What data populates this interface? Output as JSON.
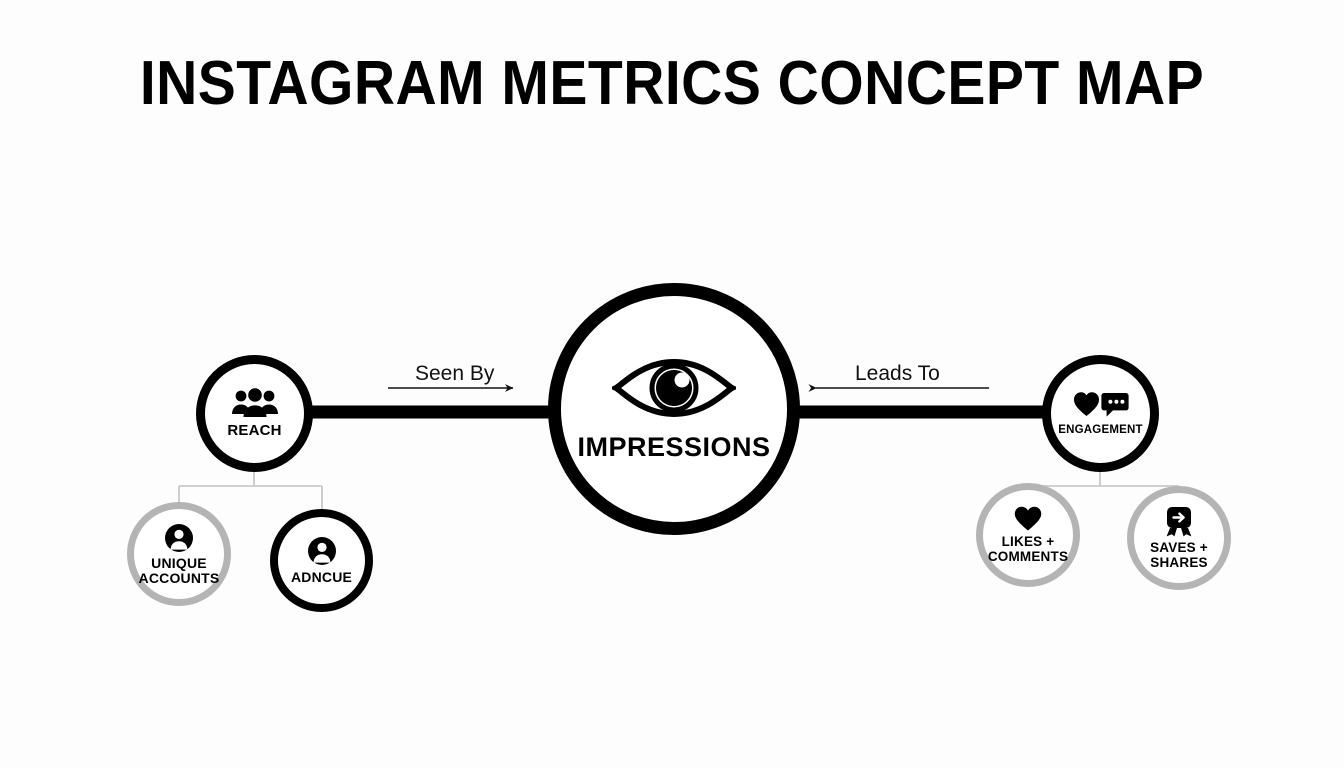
{
  "page": {
    "title": "INSTAGRAM METRICS CONCEPT MAP",
    "background_color": "#fdfdfd",
    "ink_color": "#000000",
    "muted_color": "#b4b4b4"
  },
  "diagram": {
    "type": "concept-map",
    "center": {
      "id": "impressions",
      "label": "IMPRESSIONS",
      "icon": "eye-icon",
      "border_color": "#000000"
    },
    "branches": [
      {
        "id": "reach",
        "label": "REACH",
        "icon": "people-group-icon",
        "border_color": "#000000",
        "side": "left",
        "children": [
          {
            "id": "unique-accounts",
            "label": "UNIQUE ACCOUNTS",
            "line1": "UNIQUE",
            "line2": "ACCOUNTS",
            "icon": "person-icon",
            "border_color": "#b4b4b4"
          },
          {
            "id": "adncue",
            "label": "ADNCUE",
            "line1": "ADNCUE",
            "line2": "",
            "icon": "person-icon",
            "border_color": "#000000"
          }
        ]
      },
      {
        "id": "engagement",
        "label": "ENGAGEMENT",
        "icon": "heart-chat-icon",
        "border_color": "#000000",
        "side": "right",
        "children": [
          {
            "id": "likes-comments",
            "label": "LIKES + COMMENTS",
            "line1": "LIKES +",
            "line2": "COMMENTS",
            "icon": "heart-icon",
            "border_color": "#b4b4b4"
          },
          {
            "id": "saves-shares",
            "label": "SAVES + SHARES",
            "line1": "SAVES +",
            "line2": "SHARES",
            "icon": "save-share-badge-icon",
            "border_color": "#b4b4b4"
          }
        ]
      }
    ],
    "edges": [
      {
        "id": "seen-by",
        "label": "Seen By",
        "from": "reach",
        "to": "impressions",
        "arrow_direction": "right"
      },
      {
        "id": "leads-to",
        "label": "Leads To",
        "from": "engagement",
        "to": "impressions",
        "arrow_direction": "left"
      }
    ]
  }
}
